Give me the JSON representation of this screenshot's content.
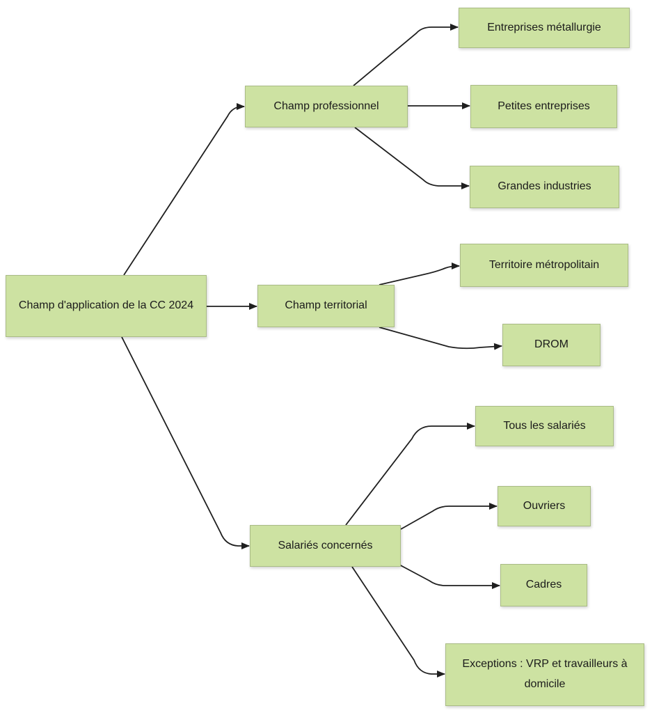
{
  "diagram": {
    "title": "Champ d'application de la CC 2024",
    "colors": {
      "node_fill": "#cde2a2",
      "node_border": "#a9bb85",
      "line": "#1f1f1f",
      "text": "#1b1b1b",
      "background": "#ffffff"
    },
    "root": {
      "label": "Champ d'application de la CC 2024"
    },
    "branches": [
      {
        "label": "Champ professionnel",
        "children": [
          "Entreprises métallurgie",
          "Petites entreprises",
          "Grandes industries"
        ]
      },
      {
        "label": "Champ territorial",
        "children": [
          "Territoire métropolitain",
          "DROM"
        ]
      },
      {
        "label": "Salariés concernés",
        "children": [
          "Tous les salariés",
          "Ouvriers",
          "Cadres",
          "Exceptions : VRP et travailleurs à domicile"
        ]
      }
    ]
  }
}
